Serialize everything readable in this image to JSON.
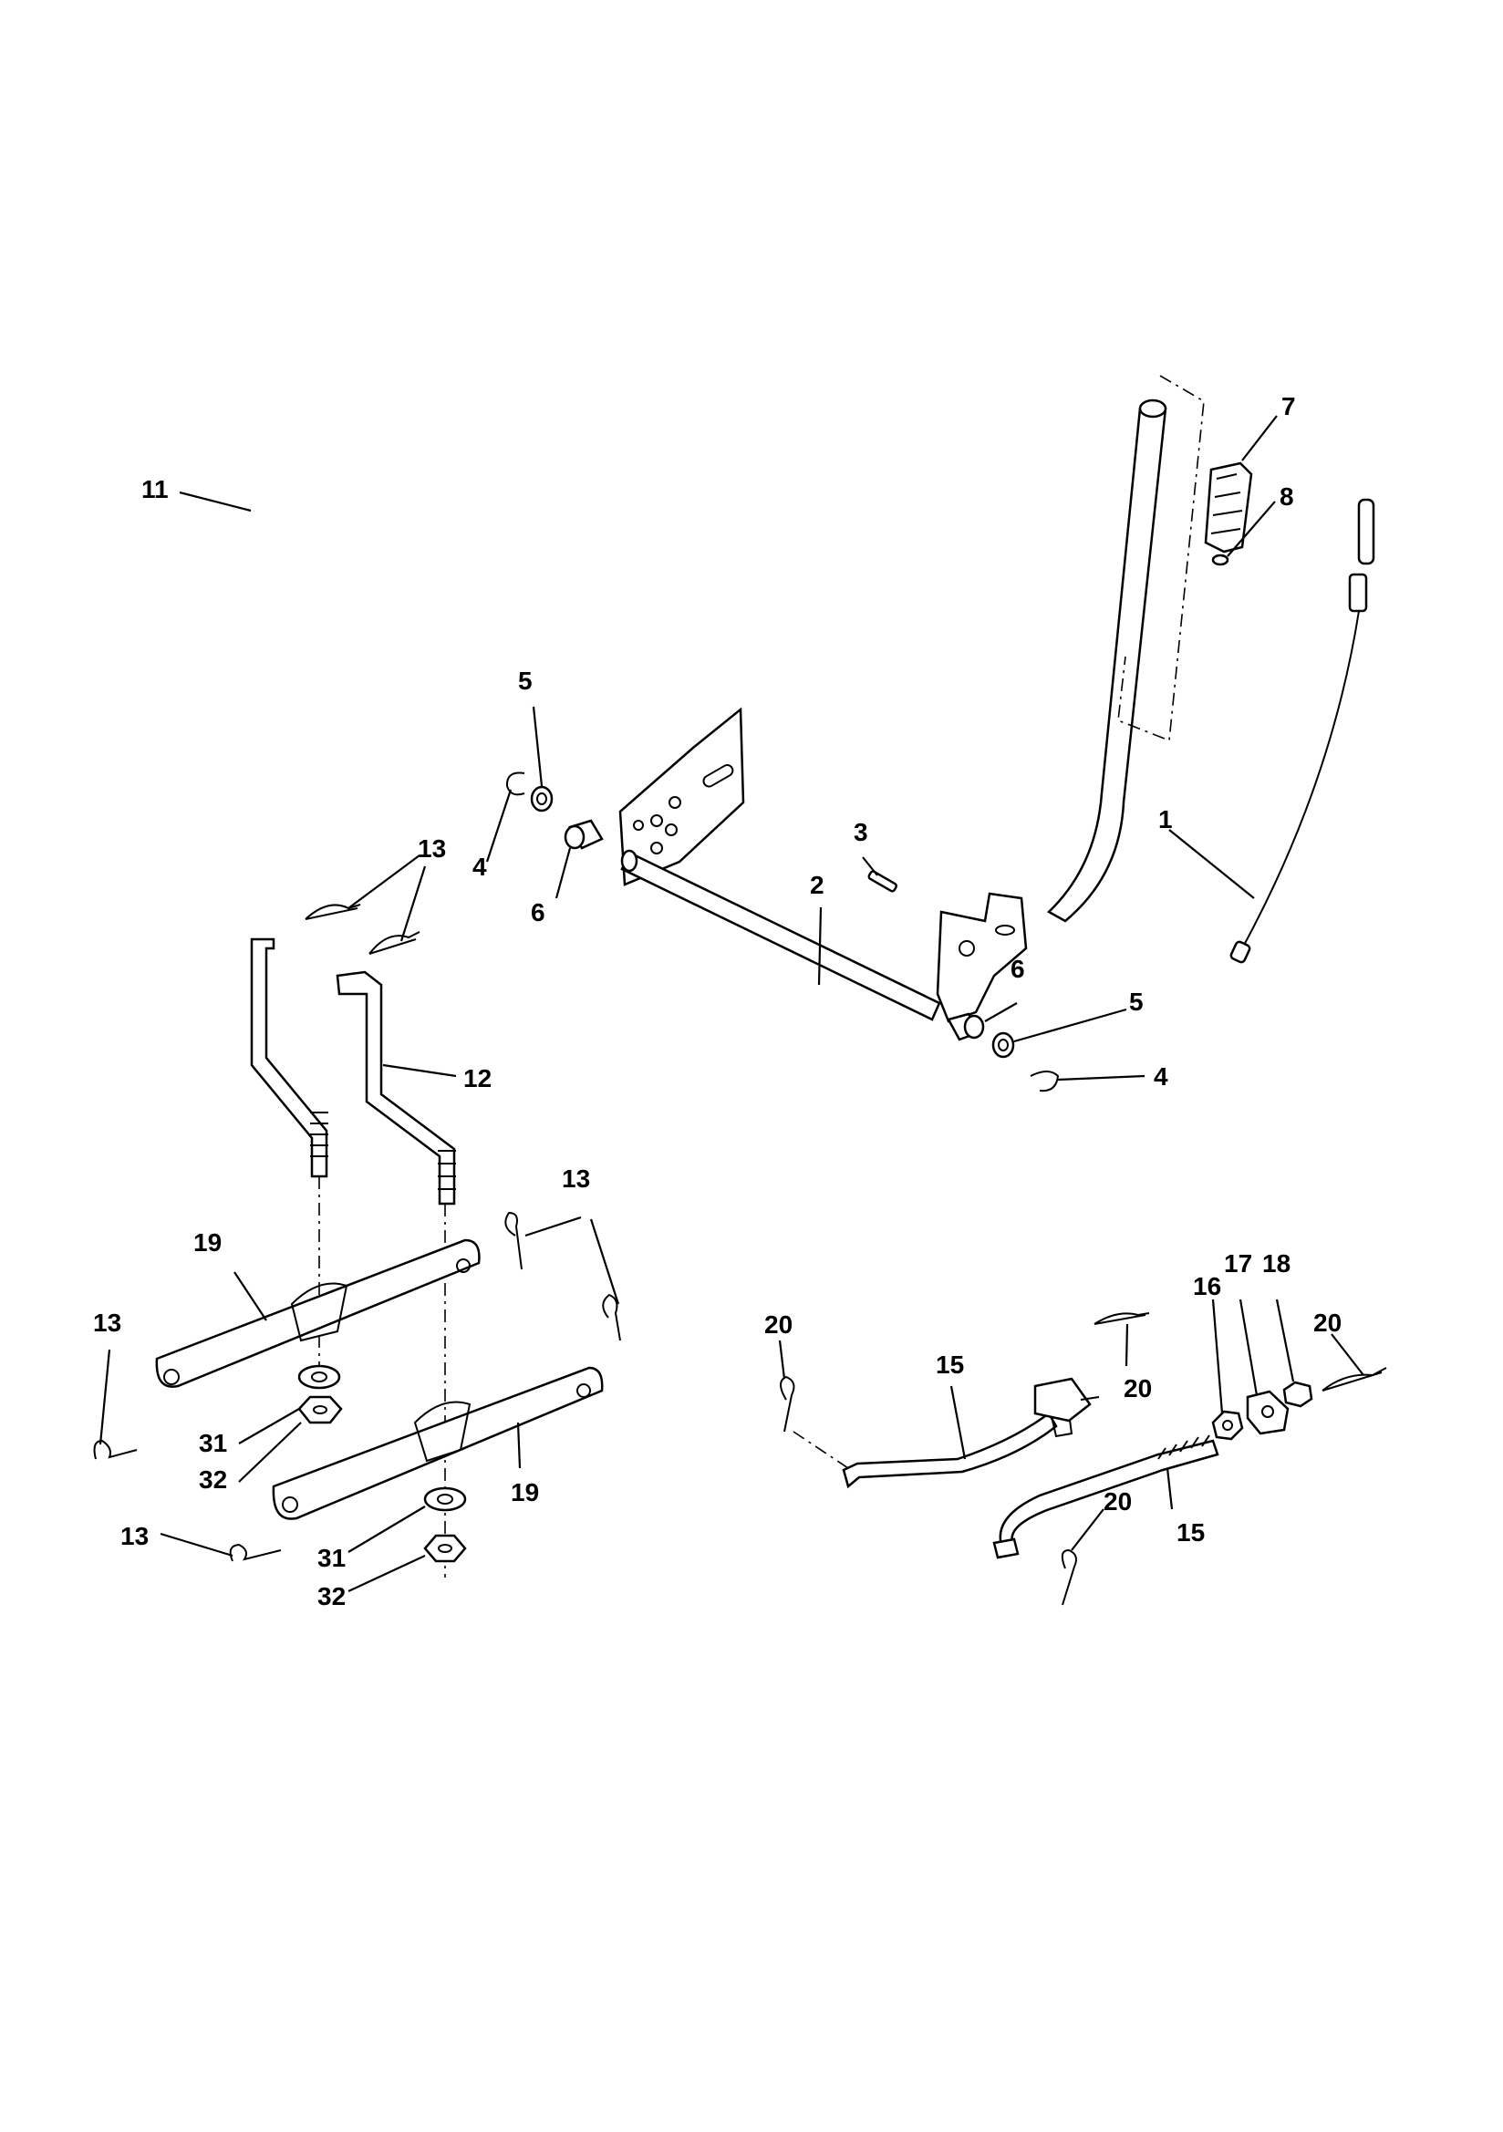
{
  "callouts": [
    {
      "id": "c1",
      "text": "1"
    },
    {
      "id": "c2",
      "text": "2"
    },
    {
      "id": "c3",
      "text": "3"
    },
    {
      "id": "c4a",
      "text": "4"
    },
    {
      "id": "c4b",
      "text": "4"
    },
    {
      "id": "c5a",
      "text": "5"
    },
    {
      "id": "c5b",
      "text": "5"
    },
    {
      "id": "c6a",
      "text": "6"
    },
    {
      "id": "c6b",
      "text": "6"
    },
    {
      "id": "c7",
      "text": "7"
    },
    {
      "id": "c8",
      "text": "8"
    },
    {
      "id": "c11",
      "text": "11"
    },
    {
      "id": "c12",
      "text": "12"
    },
    {
      "id": "c13a",
      "text": "13"
    },
    {
      "id": "c13b",
      "text": "13"
    },
    {
      "id": "c13c",
      "text": "13"
    },
    {
      "id": "c13d",
      "text": "13"
    },
    {
      "id": "c15a",
      "text": "15"
    },
    {
      "id": "c15b",
      "text": "15"
    },
    {
      "id": "c16",
      "text": "16"
    },
    {
      "id": "c17",
      "text": "17"
    },
    {
      "id": "c18",
      "text": "18"
    },
    {
      "id": "c19a",
      "text": "19"
    },
    {
      "id": "c19b",
      "text": "19"
    },
    {
      "id": "c20a",
      "text": "20"
    },
    {
      "id": "c20b",
      "text": "20"
    },
    {
      "id": "c20c",
      "text": "20"
    },
    {
      "id": "c20d",
      "text": "20"
    },
    {
      "id": "c31a",
      "text": "31"
    },
    {
      "id": "c31b",
      "text": "31"
    },
    {
      "id": "c32a",
      "text": "32"
    },
    {
      "id": "c32b",
      "text": "32"
    }
  ]
}
